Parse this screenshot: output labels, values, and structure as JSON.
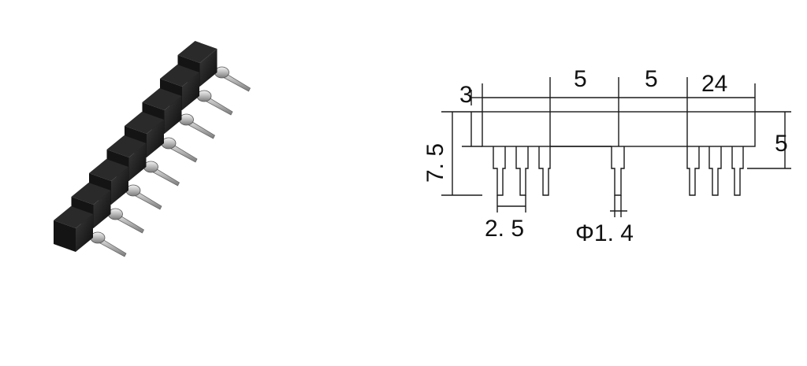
{
  "photo": {
    "subject": "single-row round pin IC socket strip",
    "pin_count": 8,
    "colors": {
      "body": "#141414",
      "pin": "#c8c8c8"
    }
  },
  "drawing": {
    "dimensions": {
      "top_left": "3",
      "top_mid1": "5",
      "top_mid2": "5",
      "top_right": "24",
      "left_height": "7. 5",
      "right_height": "5",
      "pitch": "2. 5",
      "pin_diameter": "Φ1. 4"
    },
    "colors": {
      "line": "#1a1a1a"
    }
  }
}
